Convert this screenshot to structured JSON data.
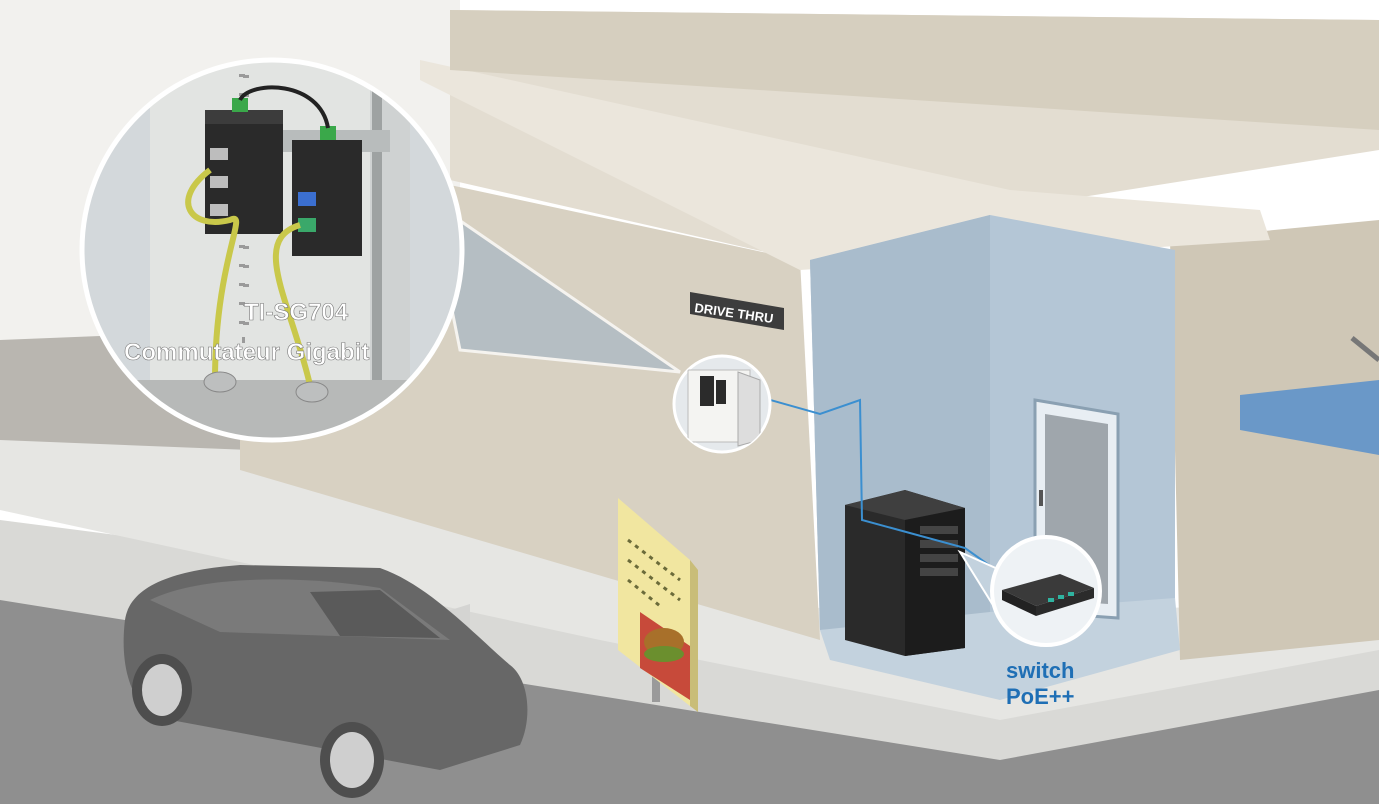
{
  "labels": {
    "sign_text": "DRIVE THRU",
    "zoom_title": "TI-SG704",
    "zoom_subtitle": "Commutateur Gigabit",
    "switch_line1": "switch",
    "switch_line2": "PoE++"
  },
  "colors": {
    "background": "#ffffff",
    "building": "#d8d1c2",
    "building_shadow": "#c9c1b0",
    "roof": "#e3ddd1",
    "alcove": "#b4c6d6",
    "alcove_floor": "#c3d2de",
    "ground": "#e4e4e2",
    "road": "#8f8f8f",
    "car": "#676767",
    "cable_yellow": "#c9c84a",
    "network_line": "#3b8fd0",
    "label_blue": "#1f6fb5",
    "zoom_fill": "#c9d3dc",
    "sign_bg": "#3d3d3d",
    "menu_board": "#f1e6a0",
    "accent_blue_bar": "#6a98c8"
  },
  "icons": {
    "car": "car-shape",
    "rack": "server-rack-icon",
    "door": "door-icon",
    "enclosure": "network-enclosure-icon",
    "switch": "poe-switch-icon",
    "menu_board": "menu-board-icon"
  }
}
